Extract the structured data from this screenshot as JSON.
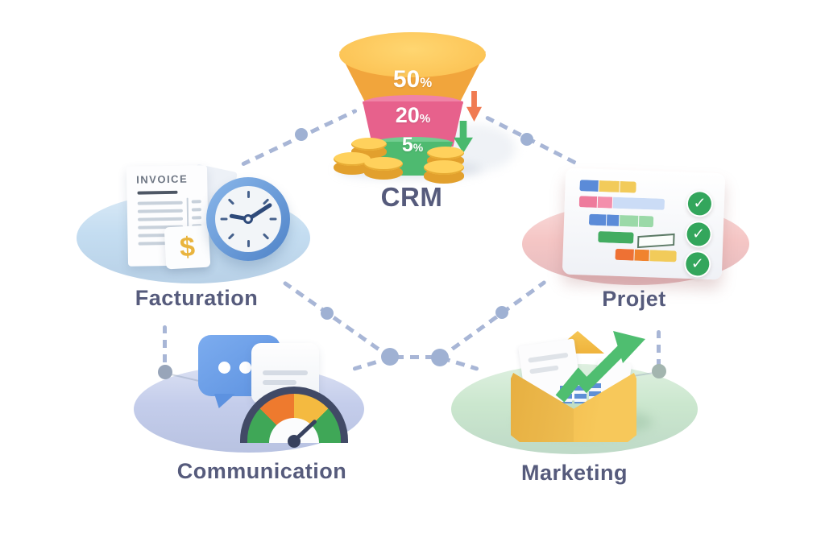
{
  "modules": {
    "crm": {
      "label": "CRM",
      "funnel": {
        "tiers": [
          {
            "value": "50",
            "unit": "%",
            "color": "#F1A53C"
          },
          {
            "value": "20",
            "unit": "%",
            "color": "#E7618C"
          },
          {
            "value": "5",
            "unit": "%",
            "color": "#4EBA70"
          }
        ],
        "drop_arrow_color": "#F07B52",
        "gain_arrow_color": "#49B96D",
        "coin_color": "#FFD15C"
      }
    },
    "facturation": {
      "label": "Facturation",
      "ellipse_color": "#C4DDF1",
      "invoice": {
        "title": "INVOICE"
      },
      "price_tag": {
        "symbol": "$"
      }
    },
    "projet": {
      "label": "Projet",
      "ellipse_color": "#F5C6C5",
      "check_glyph": "✓",
      "check_count": 3
    },
    "communication": {
      "label": "Communication",
      "ellipse_color": "#C4CDEB"
    },
    "marketing": {
      "label": "Marketing",
      "ellipse_color": "#CBE7CE"
    }
  },
  "connectors": {
    "line_color": "#A8B6D6",
    "node_color": "#9FB1D3"
  }
}
